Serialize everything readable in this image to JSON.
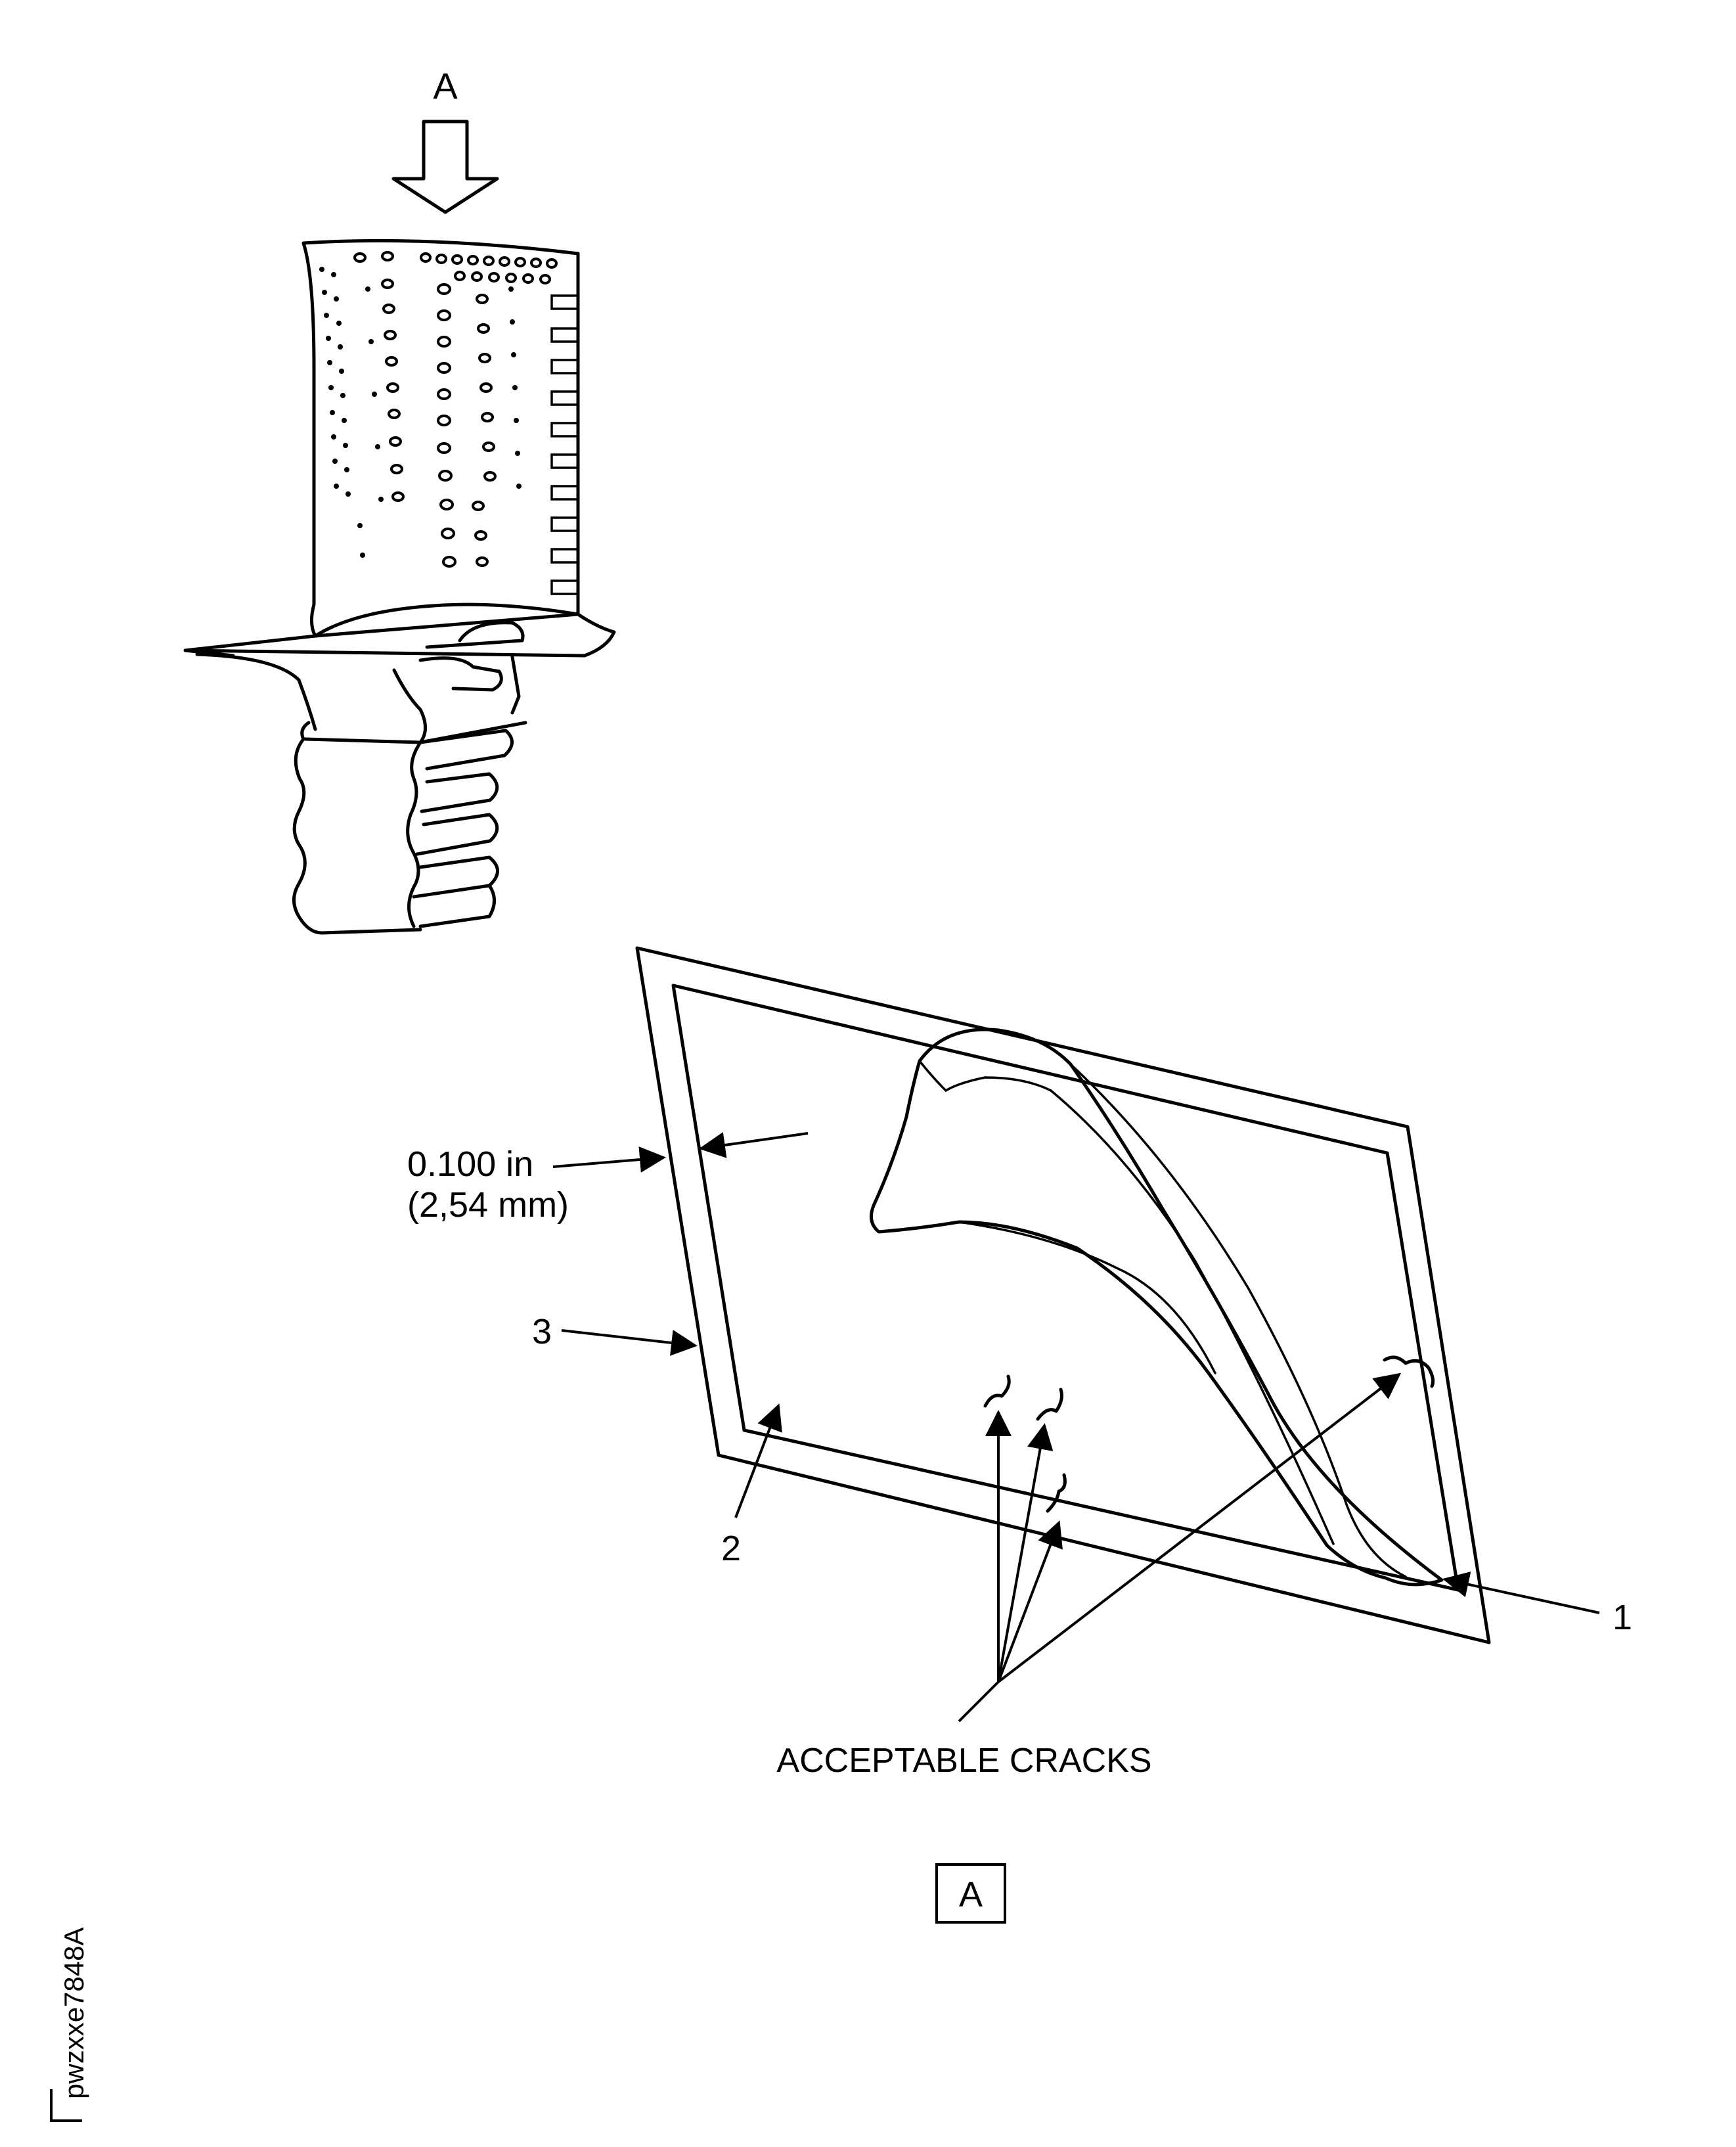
{
  "view_letter_top": "A",
  "dimension": {
    "inch": "0.100 in",
    "mm": "(2,54 mm)"
  },
  "callouts": {
    "one": "1",
    "two": "2",
    "three": "3"
  },
  "acceptable_cracks_label": "ACCEPTABLE CRACKS",
  "view_box_letter": "A",
  "figure_id": "pwzxxe7848A"
}
